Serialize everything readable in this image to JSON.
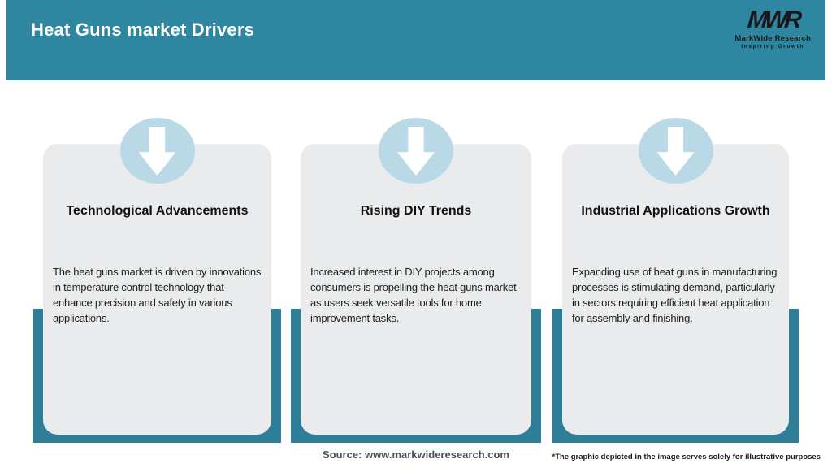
{
  "header": {
    "title": "Heat Guns market Drivers",
    "logo": {
      "mark": "MWR",
      "name": "MarkWide Research",
      "tagline": "Inspiring Growth"
    }
  },
  "cards": [
    {
      "icon": "down-arrow-icon",
      "title": "Technological Advancements",
      "body": "The heat guns market is driven by innovations in temperature control technology that enhance precision and safety in various applications."
    },
    {
      "icon": "down-arrow-icon",
      "title": "Rising DIY Trends",
      "body": "Increased interest in DIY projects among consumers is propelling the heat guns market as users seek versatile tools for home improvement tasks."
    },
    {
      "icon": "down-arrow-icon",
      "title": "Industrial Applications Growth",
      "body": "Expanding use of heat guns in manufacturing processes is stimulating demand, particularly in sectors requiring efficient heat application for assembly and finishing."
    }
  ],
  "footer": {
    "source": "Source: www.markwideresearch.com",
    "disclaimer": "*The graphic depicted in the image serves solely for illustrative purposes"
  },
  "colors": {
    "header_teal": "#2e86a0",
    "shadow_teal": "#2f7e97",
    "circle_blue": "#b9d9e6",
    "card_gray": "#e9ebec"
  }
}
